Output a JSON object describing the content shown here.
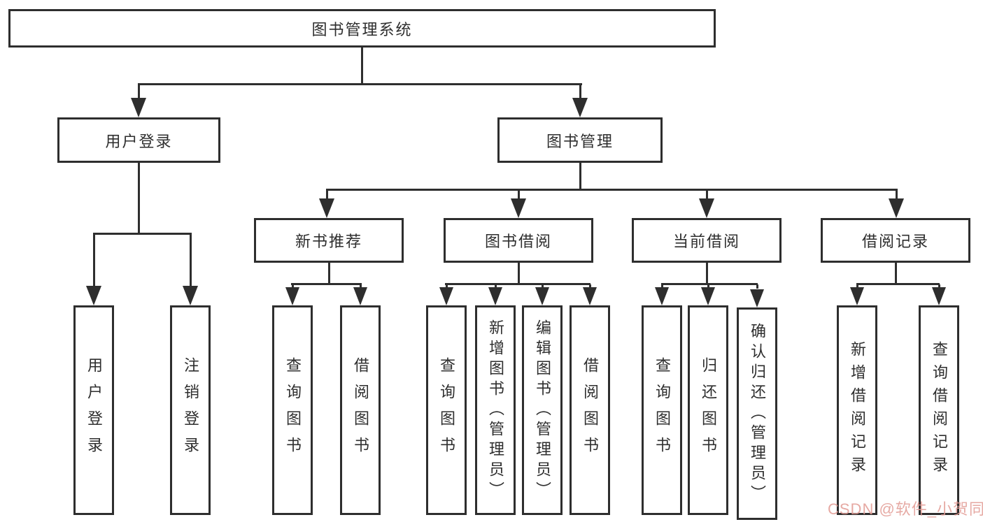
{
  "tree": {
    "label": "图书管理系统",
    "children": [
      {
        "label": "用户登录",
        "children": [
          {
            "label": "用户登录"
          },
          {
            "label": "注销登录"
          }
        ]
      },
      {
        "label": "图书管理",
        "children": [
          {
            "label": "新书推荐",
            "children": [
              {
                "label": "查询图书"
              },
              {
                "label": "借阅图书"
              }
            ]
          },
          {
            "label": "图书借阅",
            "children": [
              {
                "label": "查询图书"
              },
              {
                "label": "新增图书（管理员）"
              },
              {
                "label": "编辑图书（管理员）"
              },
              {
                "label": "借阅图书"
              }
            ]
          },
          {
            "label": "当前借阅",
            "children": [
              {
                "label": "查询图书"
              },
              {
                "label": "归还图书"
              },
              {
                "label": "确认归还（管理员）"
              }
            ]
          },
          {
            "label": "借阅记录",
            "children": [
              {
                "label": "新增借阅记录"
              },
              {
                "label": "查询借阅记录"
              }
            ]
          }
        ]
      }
    ]
  },
  "watermark": {
    "text": "CSDN @软件_小贺同学"
  },
  "colors": {
    "line": "#2e2e2e",
    "text": "#2e2e2e",
    "box_background": "#ffffff",
    "watermark": "#e29b94",
    "background": "#ffffff"
  }
}
